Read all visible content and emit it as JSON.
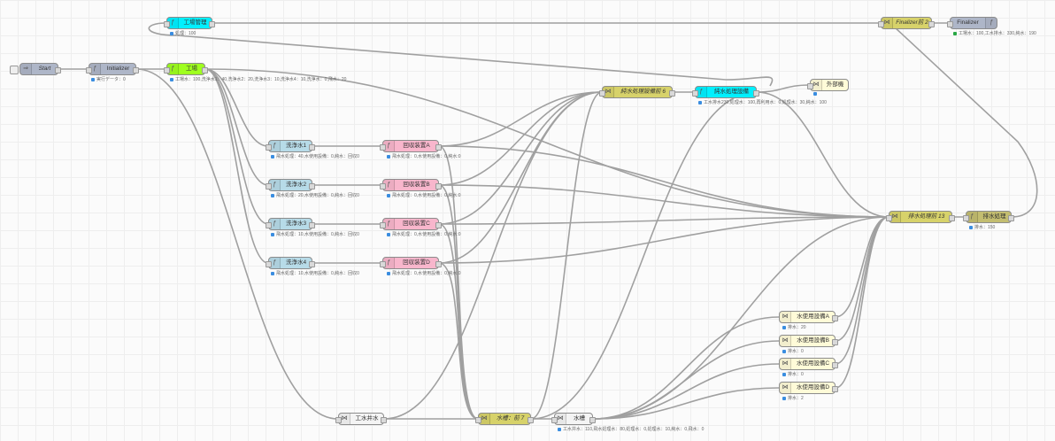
{
  "nodes": {
    "start": {
      "label": "Start",
      "icon": "arrow-icon"
    },
    "initializer": {
      "label": "Initializer",
      "icon": "function-icon",
      "status": "実行データ：0"
    },
    "factory": {
      "label": "工場",
      "icon": "function-icon",
      "status": "工場水：100,洗浄水1：40,洗浄水2：20,洗浄水3：10,洗浄水4：10,洗浄水：0,飛水：20"
    },
    "factory_mgmt": {
      "label": "工場管理",
      "icon": "function-icon",
      "status": "処理：100"
    },
    "wash1": {
      "label": "洗浄水1",
      "icon": "function-icon",
      "status": "飛水処理：40,水使用設備：0,純水：回収0"
    },
    "wash2": {
      "label": "洗浄水2",
      "icon": "function-icon",
      "status": "飛水処理：20,水使用設備：0,純水：回収0"
    },
    "wash3": {
      "label": "洗浄水3",
      "icon": "function-icon",
      "status": "飛水処理：10,水使用設備：0,純水：回収0"
    },
    "wash4": {
      "label": "洗浄水4",
      "icon": "function-icon",
      "status": "飛水処理：10,水使用設備：0,純水：回収0"
    },
    "recovA": {
      "label": "回収装置A",
      "icon": "function-icon",
      "status": "飛水処理：0,水使用設備：0,純水:0"
    },
    "recovB": {
      "label": "回収装置B",
      "icon": "function-icon",
      "status": "飛水処理：0,水使用設備：0,純水:0"
    },
    "recovC": {
      "label": "回収装置C",
      "icon": "function-icon",
      "status": "飛水処理：0,水使用設備：0,純水:0"
    },
    "recovD": {
      "label": "回収装置D",
      "icon": "function-icon",
      "status": "飛水処理：0,水使用設備：0,純水:0"
    },
    "pure_join": {
      "label": "純水処理設備前 6",
      "icon": "join-icon"
    },
    "pure_proc": {
      "label": "純水処理設備",
      "icon": "function-icon",
      "status": "工水排水230,処理水：100,再利用水：0,処理水：30,純水：100"
    },
    "ext_util": {
      "label": "外部機",
      "icon": "join-icon",
      "status": ""
    },
    "final_join": {
      "label": "Finalizer前 2",
      "icon": "join-icon"
    },
    "finalizer": {
      "label": "Finalizer",
      "icon": "function-icon",
      "status": "工場水：100,工水排水：330,純水：190"
    },
    "drain_join": {
      "label": "排水処理前 13",
      "icon": "join-icon"
    },
    "drain_proc": {
      "label": "排水処理",
      "icon": "function-icon",
      "status": "排水：150"
    },
    "equipA": {
      "label": "水使用設備A",
      "icon": "join-icon",
      "status": "排水：20"
    },
    "equipB": {
      "label": "水使用設備B",
      "icon": "join-icon",
      "status": "排水：0"
    },
    "equipC": {
      "label": "水使用設備C",
      "icon": "join-icon",
      "status": "排水：0"
    },
    "equipD": {
      "label": "水使用設備D",
      "icon": "join-icon",
      "status": "排水：2"
    },
    "well": {
      "label": "工水井水",
      "icon": "join-icon"
    },
    "tank_join": {
      "label": "水槽：前 7",
      "icon": "join-icon"
    },
    "tank": {
      "label": "水槽",
      "icon": "join-icon",
      "status": "工水井水：110,飛水処理水：80,処理水：0,処理水：10,純水：0,飛水：0"
    }
  },
  "colors": {
    "function": "#aeb6c8",
    "cyan": "#00f0ff",
    "lime": "#9fff1f",
    "wash": "#b7dbe8",
    "recovery": "#f8b6cc",
    "join": "#d7d26a",
    "equipment": "#fffbd8",
    "tank": "#f4f4f4",
    "drain": "#c3bd70",
    "wire": "#a0a0a0"
  }
}
